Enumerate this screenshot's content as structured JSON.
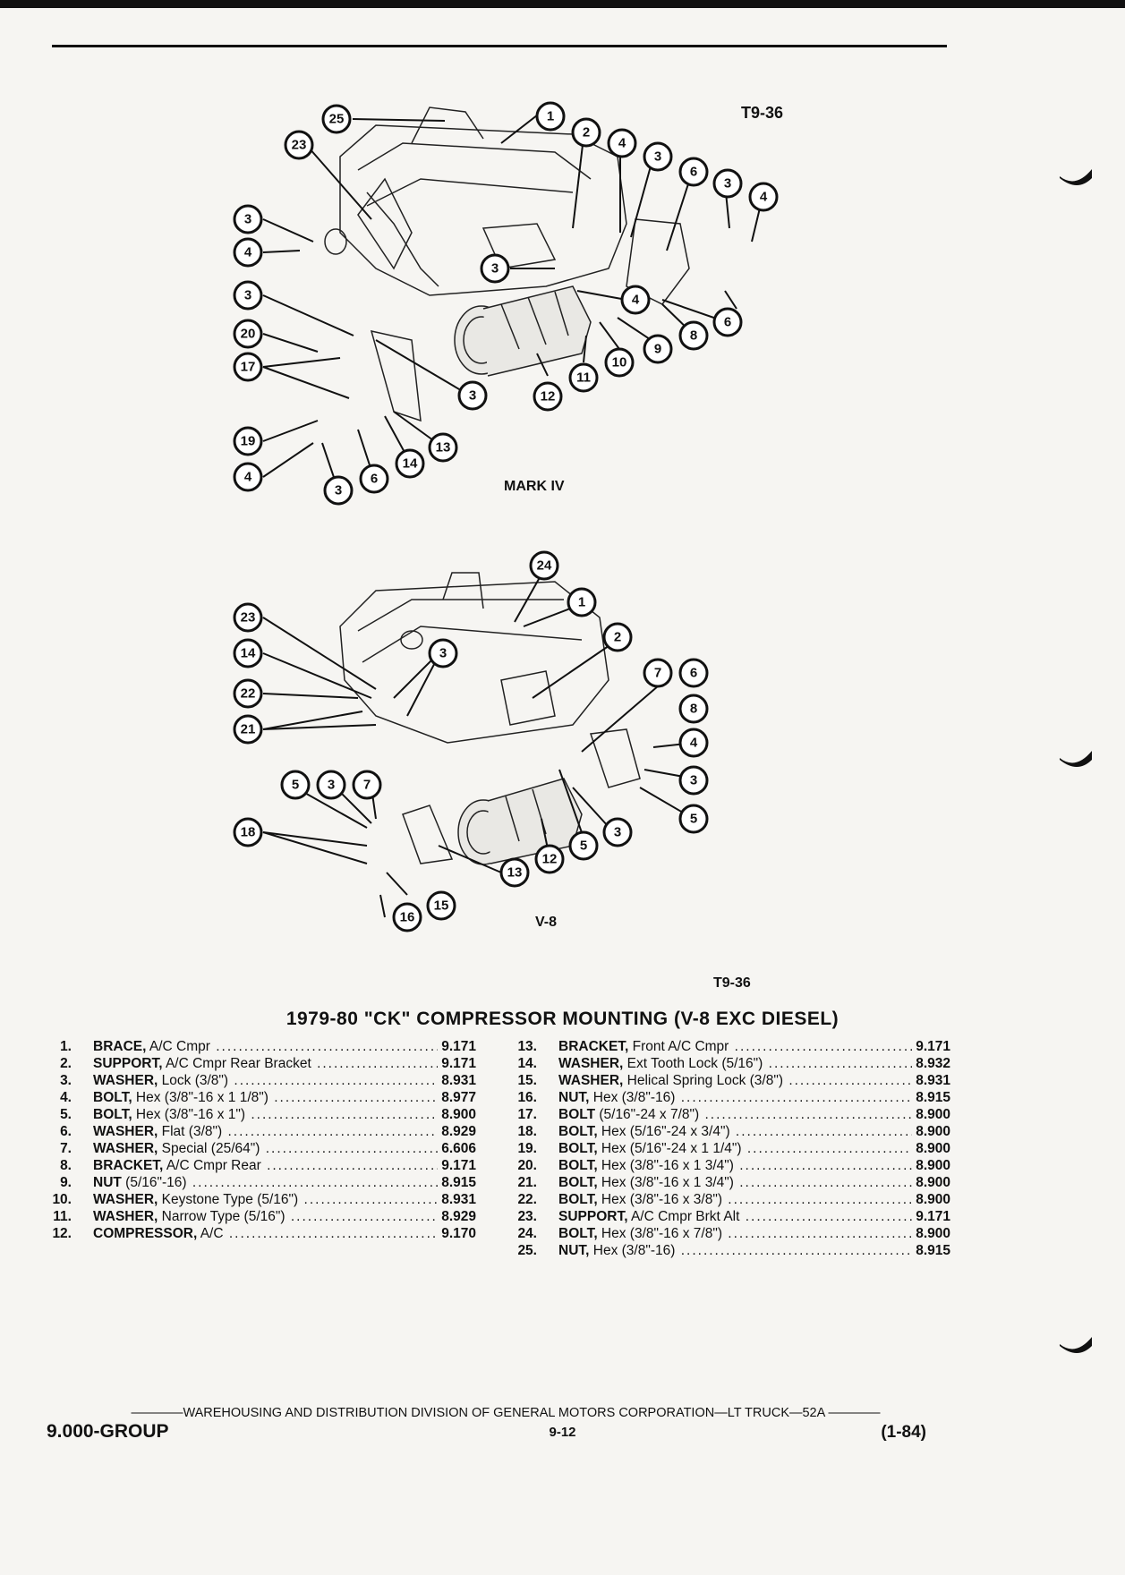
{
  "figure_code_top": "T9-36",
  "figure_code_bottom": "T9-36",
  "diagram_top": {
    "label": "MARK IV",
    "callouts": [
      "25",
      "23",
      "1",
      "2",
      "4",
      "3",
      "6",
      "3",
      "4",
      "3",
      "4",
      "3",
      "3",
      "20",
      "17",
      "4",
      "8",
      "6",
      "9",
      "10",
      "11",
      "12",
      "3",
      "19",
      "4",
      "3",
      "6",
      "14",
      "13"
    ]
  },
  "diagram_bottom": {
    "label": "V-8",
    "callouts": [
      "24",
      "1",
      "23",
      "14",
      "22",
      "21",
      "3",
      "2",
      "7",
      "6",
      "8",
      "4",
      "3",
      "5",
      "5",
      "3",
      "7",
      "18",
      "13",
      "12",
      "5",
      "3",
      "15",
      "16"
    ]
  },
  "title": "1979-80 \"CK\" COMPRESSOR MOUNTING (V-8 EXC DIESEL)",
  "parts_left": [
    {
      "num": "1.",
      "name": "BRACE,",
      "detail": " A/C Cmpr",
      "group": "9.171"
    },
    {
      "num": "2.",
      "name": "SUPPORT,",
      "detail": " A/C Cmpr Rear Bracket",
      "group": "9.171"
    },
    {
      "num": "3.",
      "name": "WASHER,",
      "detail": " Lock (3/8\")",
      "group": "8.931"
    },
    {
      "num": "4.",
      "name": "BOLT,",
      "detail": " Hex (3/8\"-16 x 1 1/8\")",
      "group": "8.977"
    },
    {
      "num": "5.",
      "name": "BOLT,",
      "detail": " Hex (3/8\"-16 x 1\")",
      "group": "8.900"
    },
    {
      "num": "6.",
      "name": "WASHER,",
      "detail": " Flat (3/8\")",
      "group": "8.929"
    },
    {
      "num": "7.",
      "name": "WASHER,",
      "detail": " Special (25/64\")",
      "group": "6.606"
    },
    {
      "num": "8.",
      "name": "BRACKET,",
      "detail": " A/C Cmpr Rear",
      "group": "9.171"
    },
    {
      "num": "9.",
      "name": "NUT",
      "detail": " (5/16\"-16)",
      "group": "8.915"
    },
    {
      "num": "10.",
      "name": "WASHER,",
      "detail": " Keystone Type (5/16\")",
      "group": "8.931"
    },
    {
      "num": "11.",
      "name": "WASHER,",
      "detail": " Narrow Type (5/16\")",
      "group": "8.929"
    },
    {
      "num": "12.",
      "name": "COMPRESSOR,",
      "detail": " A/C",
      "group": "9.170"
    }
  ],
  "parts_right": [
    {
      "num": "13.",
      "name": "BRACKET,",
      "detail": " Front A/C Cmpr",
      "group": "9.171"
    },
    {
      "num": "14.",
      "name": "WASHER,",
      "detail": " Ext Tooth Lock (5/16\")",
      "group": "8.932"
    },
    {
      "num": "15.",
      "name": "WASHER,",
      "detail": " Helical Spring Lock (3/8\")",
      "group": "8.931"
    },
    {
      "num": "16.",
      "name": "NUT,",
      "detail": " Hex (3/8\"-16)",
      "group": "8.915"
    },
    {
      "num": "17.",
      "name": "BOLT",
      "detail": " (5/16\"-24 x 7/8\")",
      "group": "8.900"
    },
    {
      "num": "18.",
      "name": "BOLT,",
      "detail": " Hex (5/16\"-24 x 3/4\")",
      "group": "8.900"
    },
    {
      "num": "19.",
      "name": "BOLT,",
      "detail": " Hex (5/16\"-24 x 1 1/4\")",
      "group": "8.900"
    },
    {
      "num": "20.",
      "name": "BOLT,",
      "detail": " Hex (3/8\"-16 x 1 3/4\")",
      "group": "8.900"
    },
    {
      "num": "21.",
      "name": "BOLT,",
      "detail": " Hex (3/8\"-16 x 1 3/4\")",
      "group": "8.900"
    },
    {
      "num": "22.",
      "name": "BOLT,",
      "detail": " Hex (3/8\"-16 x 3/8\")",
      "group": "8.900"
    },
    {
      "num": "23.",
      "name": "SUPPORT,",
      "detail": " A/C Cmpr Brkt Alt",
      "group": "9.171"
    },
    {
      "num": "24.",
      "name": "BOLT,",
      "detail": " Hex (3/8\"-16 x 7/8\")",
      "group": "8.900"
    },
    {
      "num": "25.",
      "name": "NUT,",
      "detail": " Hex (3/8\"-16)",
      "group": "8.915"
    }
  ],
  "footer": {
    "division_line": "————WAREHOUSING AND DISTRIBUTION DIVISION OF GENERAL MOTORS CORPORATION—LT TRUCK—52A ————",
    "group": "9.000-GROUP",
    "page": "9-12",
    "date": "(1-84)"
  }
}
